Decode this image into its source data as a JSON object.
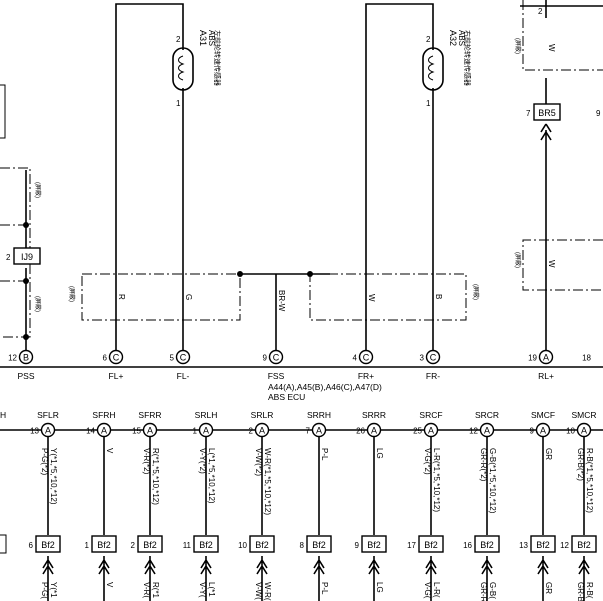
{
  "top": {
    "sensor_fl": {
      "ref": "A31",
      "name": "ABS",
      "desc": "左前轮转速传感器",
      "pin_top": "2",
      "pin_bottom": "1"
    },
    "sensor_fr": {
      "ref": "A32",
      "name": "ABS",
      "desc": "右前轮转速传感器",
      "pin_top": "2",
      "pin_bottom": "1"
    },
    "shield": "(屏蔽)",
    "ij9": {
      "pin": "2",
      "label": "IJ9"
    },
    "br5": {
      "pin": "7",
      "label": "BR5",
      "pin_right": "9"
    },
    "pin_top_right": "2",
    "wire_colors": {
      "r": "R",
      "g": "G",
      "brw": "BR-W",
      "w": "W",
      "b": "B",
      "w2": "W",
      "w3": "W"
    },
    "ecu_pins": [
      {
        "num": "12",
        "letter": "B",
        "label": "PSS"
      },
      {
        "num": "6",
        "letter": "C",
        "label": "FL+"
      },
      {
        "num": "5",
        "letter": "C",
        "label": "FL-"
      },
      {
        "num": "9",
        "letter": "C",
        "label": "FSS"
      },
      {
        "num": "4",
        "letter": "C",
        "label": "FR+"
      },
      {
        "num": "3",
        "letter": "C",
        "label": "FR-"
      },
      {
        "num": "19",
        "letter": "A",
        "label": "RL+"
      },
      {
        "num": "18",
        "letter": "",
        "label": ""
      }
    ],
    "ecu_name": "A44(A),A45(B),A46(C),A47(D)",
    "ecu_sub": "ABS ECU"
  },
  "bottom": {
    "left_label": "H",
    "pins": [
      {
        "label": "SFLR",
        "num": "13",
        "letter": "A",
        "wire": "Y(*1,*5,*10,*12)",
        "wire2": "P-G(*2)",
        "bf_pin": "6",
        "bf": "Bf2",
        "bot": "Y(*1",
        "bot2": "P-G("
      },
      {
        "label": "SFRH",
        "num": "14",
        "letter": "A",
        "wire": "V",
        "wire2": "",
        "bf_pin": "1",
        "bf": "Bf2",
        "bot": "V",
        "bot2": ""
      },
      {
        "label": "SFRR",
        "num": "15",
        "letter": "A",
        "wire": "R(*1,*5,*10,*12)",
        "wire2": "V-R(*2)",
        "bf_pin": "2",
        "bf": "Bf2",
        "bot": "R(*1",
        "bot2": "V-R("
      },
      {
        "label": "SRLH",
        "num": "1",
        "letter": "A",
        "wire": "L(*1,*5,*10,*12)",
        "wire2": "V-Y(*2)",
        "bf_pin": "11",
        "bf": "Bf2",
        "bot": "L(*1",
        "bot2": "V-Y("
      },
      {
        "label": "SRLR",
        "num": "2",
        "letter": "A",
        "wire": "W-R(*1,*5,*10,*12)",
        "wire2": "V-W(*2)",
        "bf_pin": "10",
        "bf": "Bf2",
        "bot": "W-R(",
        "bot2": "V-W("
      },
      {
        "label": "SRRH",
        "num": "7",
        "letter": "A",
        "wire": "P-L",
        "wire2": "",
        "bf_pin": "8",
        "bf": "Bf2",
        "bot": "P-L",
        "bot2": ""
      },
      {
        "label": "SRRR",
        "num": "26",
        "letter": "A",
        "wire": "LG",
        "wire2": "",
        "bf_pin": "9",
        "bf": "Bf2",
        "bot": "LG",
        "bot2": ""
      },
      {
        "label": "SRCF",
        "num": "25",
        "letter": "A",
        "wire": "L-R(*1,*5,*10,*12)",
        "wire2": "V-G(*2)",
        "bf_pin": "17",
        "bf": "Bf2",
        "bot": "L-R(",
        "bot2": "V-G("
      },
      {
        "label": "SRCR",
        "num": "12",
        "letter": "A",
        "wire": "G-B(*1,*5,*10,*12)",
        "wire2": "GR-R(*2)",
        "bf_pin": "16",
        "bf": "Bf2",
        "bot": "G-B(",
        "bot2": "GR-R"
      },
      {
        "label": "SMCF",
        "num": "9",
        "letter": "A",
        "wire": "GR",
        "wire2": "",
        "bf_pin": "13",
        "bf": "Bf2",
        "bot": "GR",
        "bot2": ""
      },
      {
        "label": "SMCR",
        "num": "10",
        "letter": "A",
        "wire": "R-B(*1,*5,*10,*12)",
        "wire2": "GR-B(*2)",
        "bf_pin": "12",
        "bf": "Bf2",
        "bot": "R-B(",
        "bot2": "GR-B"
      }
    ]
  }
}
